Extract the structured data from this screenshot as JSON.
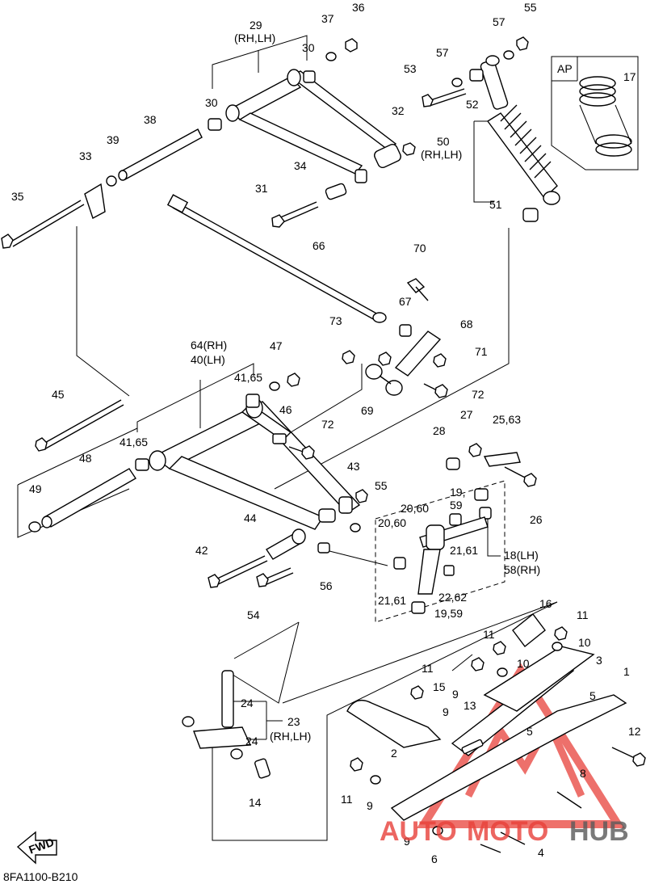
{
  "diagram": {
    "code": "8FA1100-B210",
    "fwd_label": "FWD",
    "ap_label": "AP",
    "labels": {
      "l1": "1",
      "l2": "2",
      "l3": "3",
      "l4": "4",
      "l5a": "5",
      "l5b": "5",
      "l6": "6",
      "l8": "8",
      "l9a": "9",
      "l9b": "9",
      "l9c": "9",
      "l9d": "9",
      "l10a": "10",
      "l10b": "10",
      "l11a": "11",
      "l11b": "11",
      "l11c": "11",
      "l11d": "11",
      "l12": "12",
      "l13": "13",
      "l14": "14",
      "l15": "15",
      "l16": "16",
      "l17": "17",
      "l1859a": "18(LH)",
      "l1859b": "58(RH)",
      "l1959a": "19,59",
      "l1959b": "19,",
      "l59": "59",
      "l2060a": "20,60",
      "l2060b": "20,60",
      "l2161a": "21,61",
      "l2161b": "21,61",
      "l2262": "22,62",
      "l23a": "23",
      "l23b": "(RH,LH)",
      "l24a": "24",
      "l24b": "24",
      "l2563": "25,63",
      "l26": "26",
      "l27": "27",
      "l28": "28",
      "l29a": "29",
      "l29b": "(RH,LH)",
      "l30a": "30",
      "l30b": "30",
      "l31": "31",
      "l32": "32",
      "l33": "33",
      "l34": "34",
      "l35": "35",
      "l36": "36",
      "l37": "37",
      "l38": "38",
      "l39": "39",
      "l4064a": "64(RH)",
      "l4064b": "40(LH)",
      "l4165a": "41,65",
      "l4165b": "41,65",
      "l42": "42",
      "l43": "43",
      "l44": "44",
      "l45": "45",
      "l46": "46",
      "l47": "47",
      "l48": "48",
      "l49": "49",
      "l50a": "50",
      "l50b": "(RH,LH)",
      "l51": "51",
      "l52": "52",
      "l53": "53",
      "l54": "54",
      "l55a": "55",
      "l55b": "55",
      "l56": "56",
      "l57a": "57",
      "l57b": "57",
      "l66": "66",
      "l67": "67",
      "l68": "68",
      "l69": "69",
      "l70": "70",
      "l71": "71",
      "l72a": "72",
      "l72b": "72",
      "l73": "73"
    }
  },
  "watermark": {
    "text_left": "AUTO",
    "text_mid": "MOTO",
    "text_right": "HUB",
    "accent_color": "#e8413a",
    "dark_color": "#5a5a5a"
  }
}
